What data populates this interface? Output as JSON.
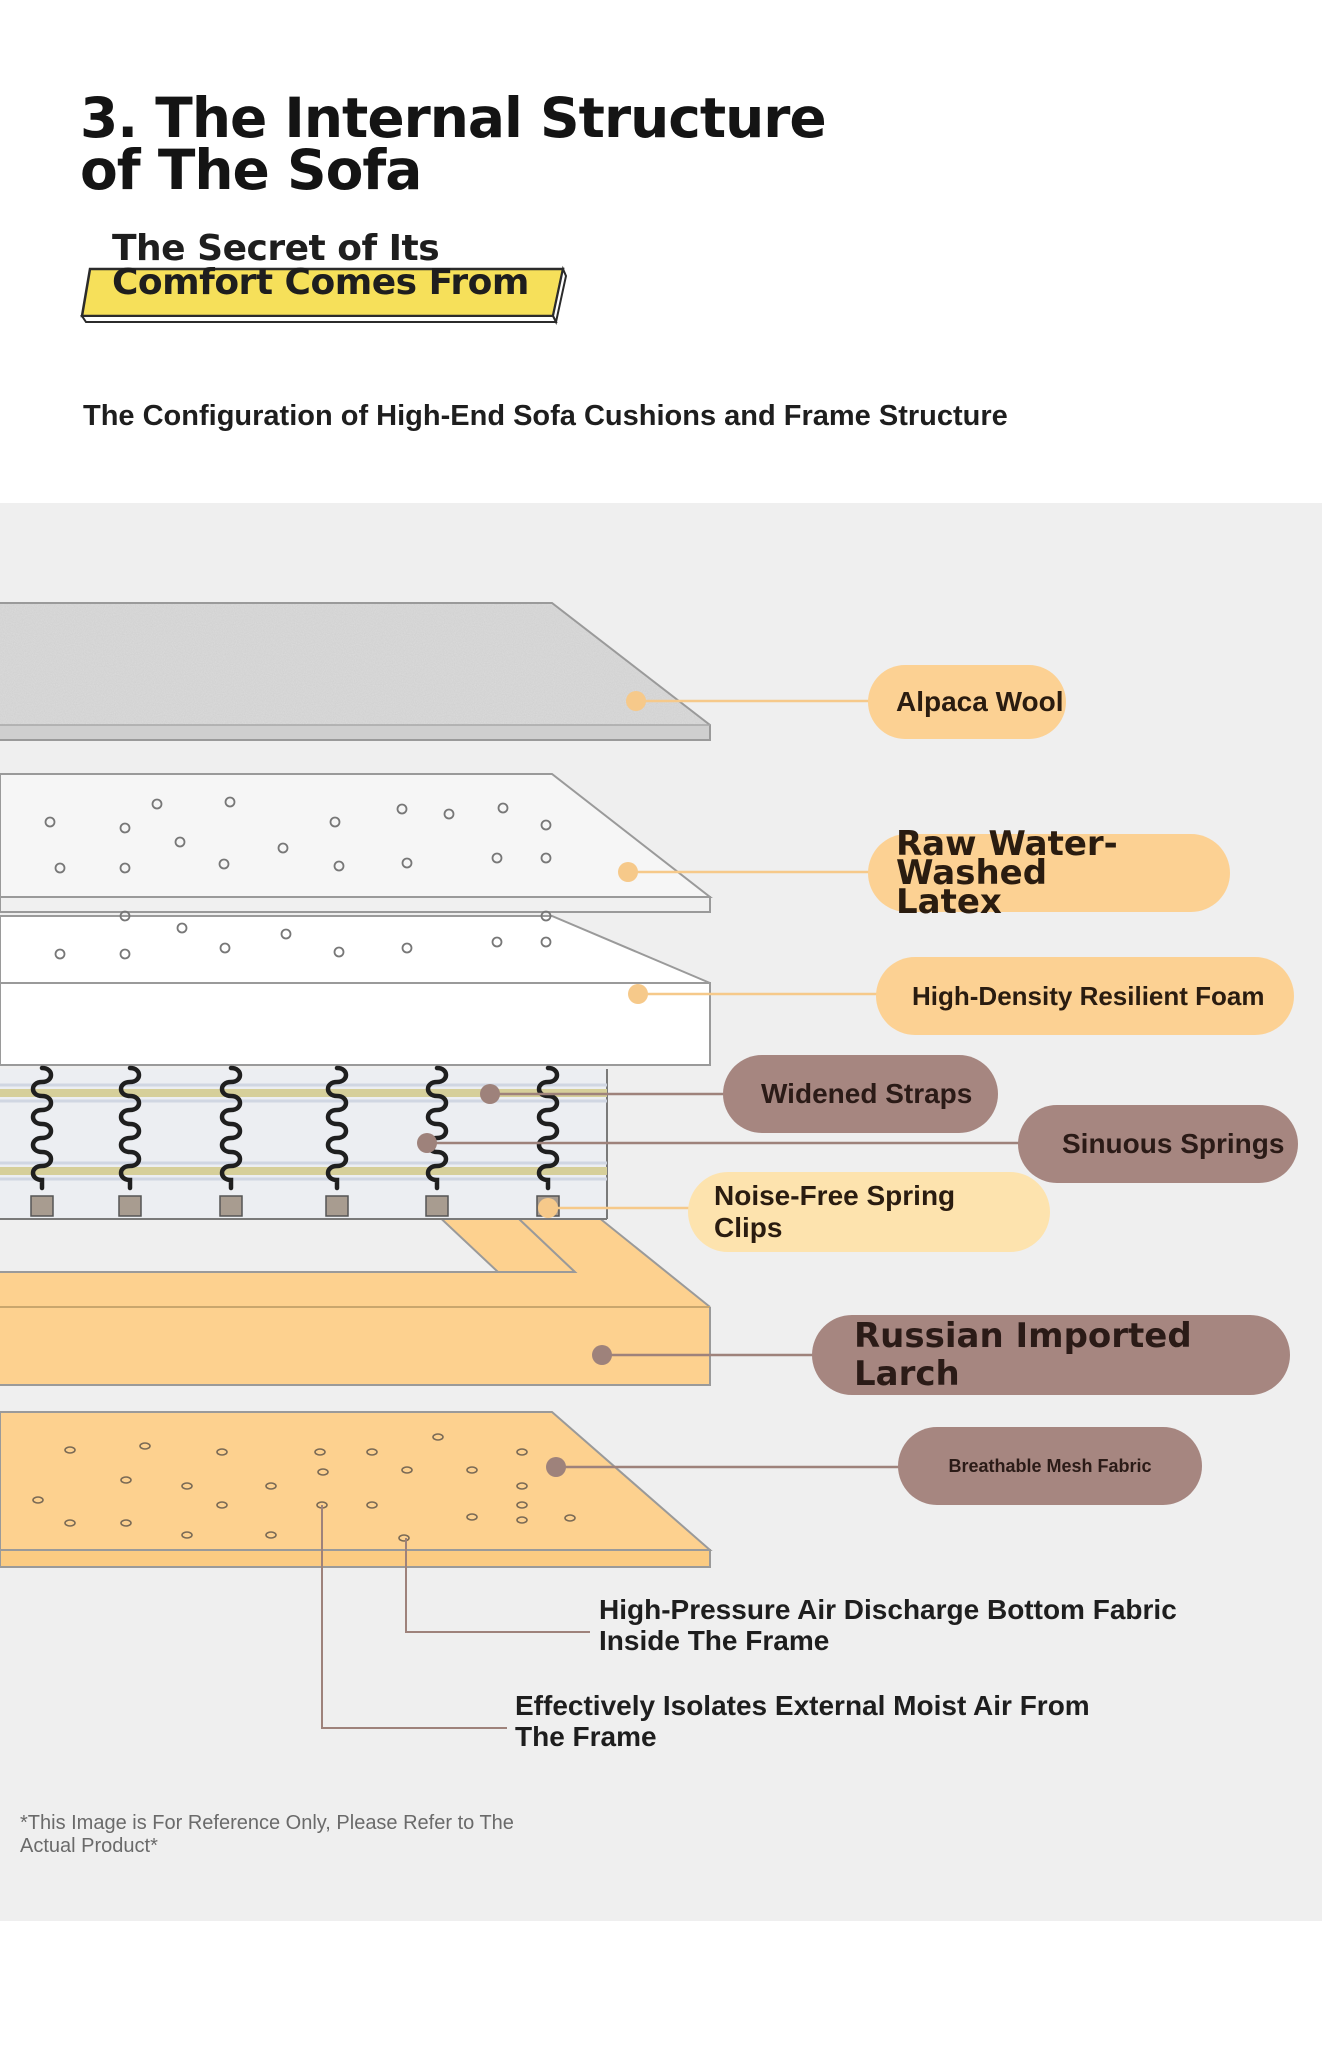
{
  "header": {
    "title_line1": "3. The Internal Structure",
    "title_line2": "of The Sofa",
    "banner_line1": "The Secret of Its",
    "banner_line2": "Comfort Comes From",
    "subtitle": "The Configuration of High-End Sofa Cushions and Frame Structure"
  },
  "layers": {
    "alpaca_wool": "Alpaca Wool",
    "latex_line1": "Raw Water-Washed",
    "latex_line2": "Latex",
    "foam": "High-Density Resilient Foam",
    "straps": "Widened Straps",
    "springs": "Sinuous Springs",
    "clips_line1": "Noise-Free Spring",
    "clips_line2": "Clips",
    "larch_line1": "Russian Imported",
    "larch_line2": "Larch",
    "mesh": "Breathable Mesh Fabric"
  },
  "notes": {
    "bottom_fabric_line1": "High-Pressure Air Discharge Bottom Fabric",
    "bottom_fabric_line2": "Inside The Frame",
    "isolates_line1": "Effectively Isolates External Moist Air From",
    "isolates_line2": "The Frame"
  },
  "footer": {
    "disclaimer_line1": "*This Image is For Reference Only, Please Refer to The",
    "disclaimer_line2": "Actual Product*"
  },
  "colors": {
    "panel_bg": "#efefef",
    "wool": "#dcdcdc",
    "frame_orange": "#fdd18f",
    "pill_yellow": "#fcd193",
    "pill_brown": "#a68680",
    "connector_yellow": "#f6c98a",
    "connector_brown": "#9e827b"
  }
}
